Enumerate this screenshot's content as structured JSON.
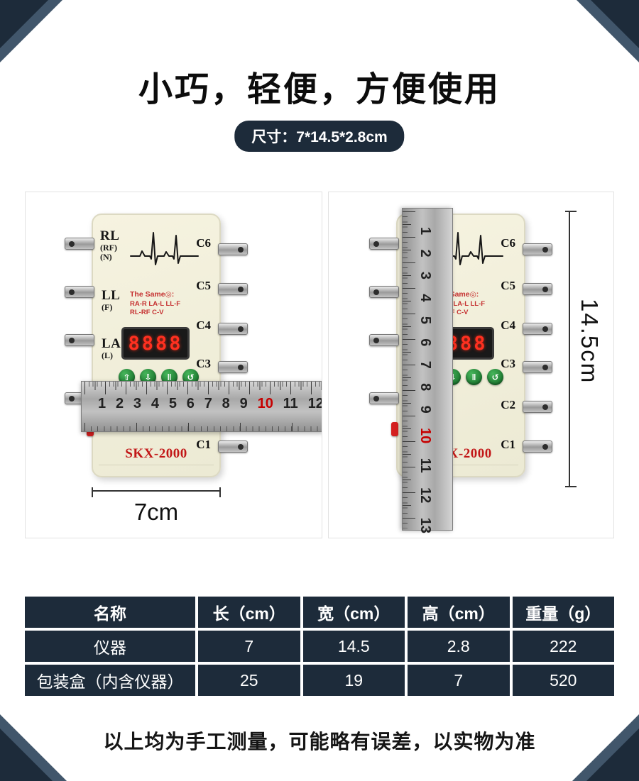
{
  "page": {
    "title": "小巧，轻便，方便使用",
    "size_badge": "尺寸：7*14.5*2.8cm",
    "footer_note": "以上均为手工测量，可能略有误差，以实物为准"
  },
  "device": {
    "model": "SKX-2000",
    "lead_left": [
      {
        "main": "RL",
        "sub1": "(RF)",
        "sub2": "(N)"
      },
      {
        "main": "LL",
        "sub1": "(F)",
        "sub2": ""
      },
      {
        "main": "LA",
        "sub1": "(L)",
        "sub2": ""
      }
    ],
    "lead_right": [
      "C6",
      "C5",
      "C4",
      "C3",
      "C2",
      "C1"
    ],
    "info_lines": [
      "The Same◎:",
      "RA-R LA-L LL-F",
      "RL-RF C-V"
    ],
    "display_value": "8888",
    "buttons": [
      {
        "name": "up-button",
        "glyph": "⇧"
      },
      {
        "name": "down-button",
        "glyph": "⇩"
      },
      {
        "name": "pause-button",
        "glyph": "‖"
      },
      {
        "name": "reset-button",
        "glyph": "↺"
      }
    ]
  },
  "measurements": {
    "width_label": "7cm",
    "height_label": "14.5cm"
  },
  "rulers": {
    "horizontal": [
      "1",
      "2",
      "3",
      "4",
      "5",
      "6",
      "7",
      "8",
      "9",
      "10",
      "11",
      "12"
    ],
    "vertical": [
      "1",
      "2",
      "3",
      "4",
      "5",
      "6",
      "7",
      "8",
      "9",
      "10",
      "11",
      "12",
      "13"
    ]
  },
  "table": {
    "headers": [
      "名称",
      "长（cm）",
      "宽（cm）",
      "高（cm）",
      "重量（g）"
    ],
    "rows": [
      {
        "name": "仪器",
        "length": "7",
        "width": "14.5",
        "height": "2.8",
        "weight": "222"
      },
      {
        "name": "包装盒（内含仪器）",
        "length": "25",
        "width": "19",
        "height": "7",
        "weight": "520"
      }
    ]
  },
  "colors": {
    "navy": "#1d2b3a",
    "red": "#c60000",
    "cream": "#f6f3e0"
  }
}
